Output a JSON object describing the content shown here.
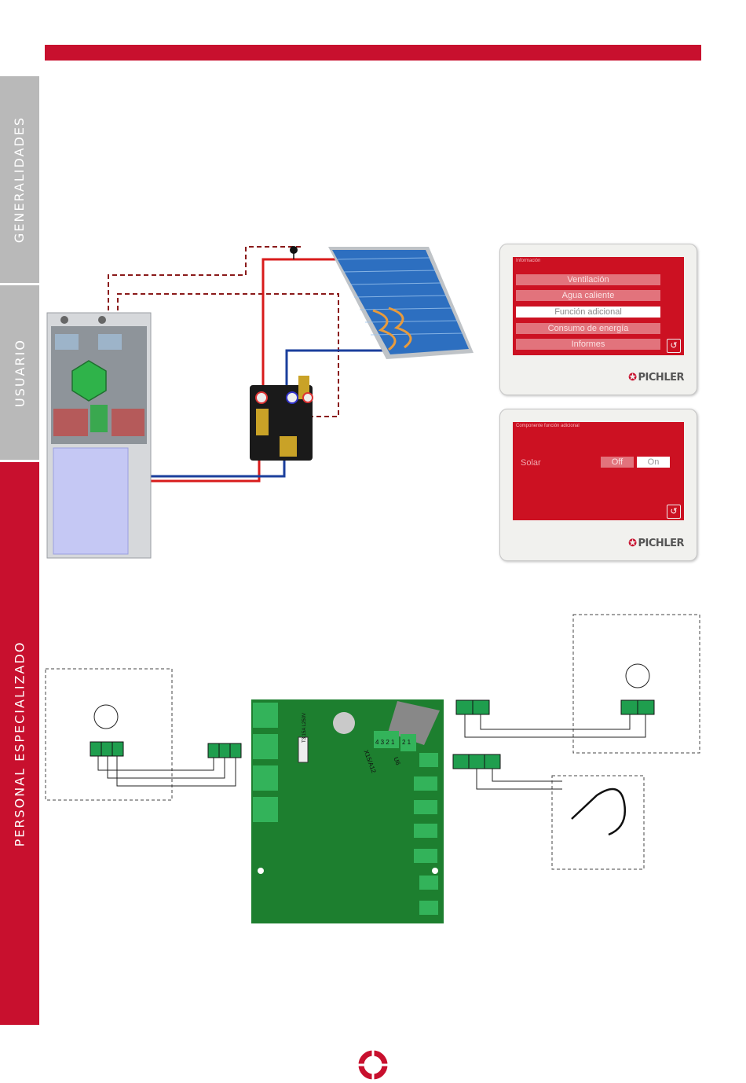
{
  "side_tabs": {
    "general": "GENERALIDADES",
    "user": "USUARIO",
    "specialist": "PERSONAL ESPECIALIZADO"
  },
  "display1": {
    "title": "Información",
    "menu": [
      "Ventilación",
      "Agua caliente",
      "Función adicional",
      "Consumo de energía",
      "Informes"
    ],
    "selected_index": 2,
    "brand": "PICHLER"
  },
  "display2": {
    "title": "Componente función adicional",
    "solar_label": "Solar",
    "off_label": "Off",
    "on_label": "On",
    "brand": "PICHLER"
  },
  "pcb_labels": {
    "fuse": "T3.15A L250V",
    "x15": "X15/A12",
    "numbers_a": "4 3 2 1",
    "x16": "U6",
    "numbers_b": "2 1"
  },
  "colors": {
    "brand_red": "#c8102e",
    "tab_grey": "#b9b9b9",
    "terminal_green": "#1f9e4e",
    "pcb_green": "#1d7f2f"
  }
}
